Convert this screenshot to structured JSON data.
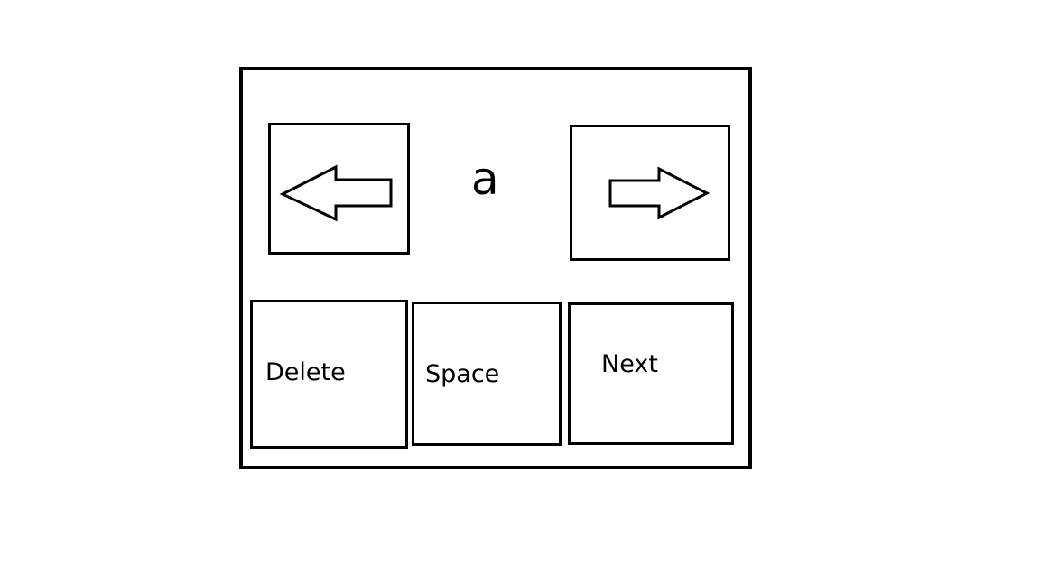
{
  "keyboard": {
    "current_character": "a",
    "prev_button": {
      "icon": "arrow-left-icon"
    },
    "next_char_button": {
      "icon": "arrow-right-icon"
    },
    "delete_label": "Delete",
    "space_label": "Space",
    "next_label": "Next"
  }
}
